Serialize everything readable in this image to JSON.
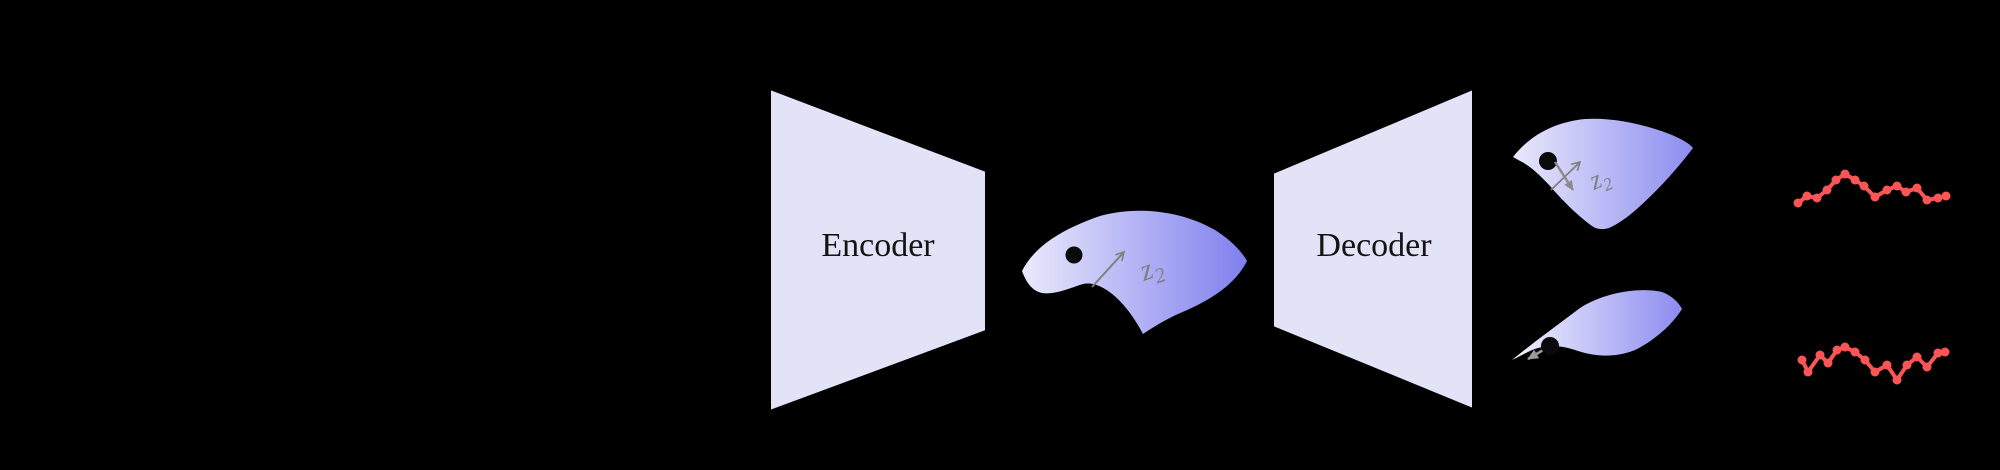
{
  "figure": {
    "encoder_label": "Encoder",
    "decoder_label": "Decoder"
  },
  "latent": {
    "axis_label_main": "z",
    "axis_label_sub": "2"
  },
  "colors": {
    "background": "#000000",
    "block_fill": "#e3e3f8",
    "block_stroke": "#000000",
    "text": "#141414",
    "manifold_light": "#eaeafc",
    "manifold_dark": "#7f7fee",
    "manifold_top_light": "#e9e9fc",
    "manifold_top_dark": "#8c8cf0",
    "manifold_bottom_light": "#f3f3fe",
    "manifold_bottom_dark": "#8c8cf0",
    "point_black": "#0a0a0a",
    "axis_gray": "#808080",
    "arrow_gray_light": "#9a9a9a",
    "series_red": "#fb5555"
  },
  "series": {
    "output_top": {
      "marker_radius": 4.5,
      "points": [
        [
          1798,
          203
        ],
        [
          1807,
          196
        ],
        [
          1817,
          198
        ],
        [
          1827,
          190
        ],
        [
          1836,
          180
        ],
        [
          1845,
          174
        ],
        [
          1855,
          180
        ],
        [
          1864,
          186
        ],
        [
          1875,
          197
        ],
        [
          1887,
          190
        ],
        [
          1897,
          186
        ],
        [
          1906,
          192
        ],
        [
          1917,
          188
        ],
        [
          1927,
          200
        ],
        [
          1938,
          198
        ],
        [
          1946,
          196
        ]
      ]
    },
    "output_bottom": {
      "marker_radius": 4.5,
      "points": [
        [
          1802,
          360
        ],
        [
          1808,
          372
        ],
        [
          1820,
          355
        ],
        [
          1828,
          363
        ],
        [
          1837,
          350
        ],
        [
          1845,
          347
        ],
        [
          1855,
          352
        ],
        [
          1865,
          360
        ],
        [
          1875,
          372
        ],
        [
          1887,
          365
        ],
        [
          1897,
          380
        ],
        [
          1907,
          365
        ],
        [
          1917,
          357
        ],
        [
          1927,
          367
        ],
        [
          1938,
          353
        ],
        [
          1945,
          352
        ]
      ]
    }
  }
}
